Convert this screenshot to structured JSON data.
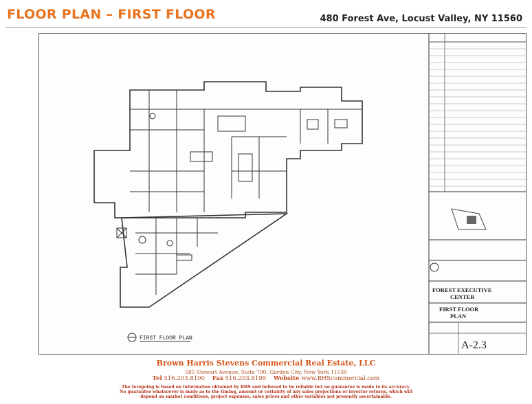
{
  "header": {
    "title": "FLOOR PLAN – FIRST FLOOR",
    "address": "480 Forest Ave, Locust Valley, NY 11560"
  },
  "drawing": {
    "plan_label": "FIRST FLOOR PLAN",
    "title_block": {
      "project_line1": "FOREST EXECUTIVE",
      "project_line2": "CENTER",
      "sheet_title_line1": "FIRST FLOOR",
      "sheet_title_line2": "PLAN",
      "sheet_number": "A-2.3"
    }
  },
  "footer": {
    "firm": "Brown Harris Stevens Commercial Real Estate, LLC",
    "address": "585 Stewart Avenue, Suite 790, Garden City, New York 11530",
    "tel_label": "Tel",
    "tel": "516.203.8100",
    "fax_label": "Fax",
    "fax": "516.203.8199",
    "website_label": "Website",
    "website": "www.BHScommercial.com",
    "disclaimer_1": "The foregoing is based on information obtained by BHS and believed to be reliable but no guarantee is made to its accuracy.",
    "disclaimer_2": "No guarantee whatsoever is made as to the timing, amount or certainty of any sales projections or investor returns, which will",
    "disclaimer_3": "depend on market conditions, project expenses, sales prices and other variables not presently ascertainable."
  }
}
